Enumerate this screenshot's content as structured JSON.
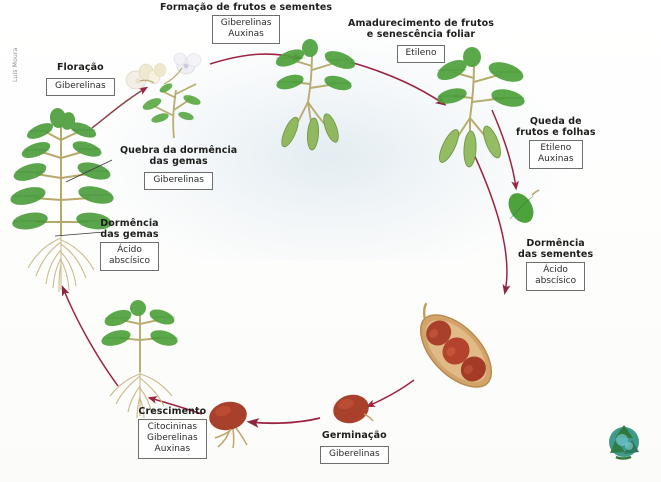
{
  "meta": {
    "credit": "Luis Moura",
    "language": "pt-BR",
    "accent_arrow_color": "#9c2442",
    "label_border_color": "#6e6e6e",
    "text_color": "#1d1d1b"
  },
  "stages": [
    {
      "id": "floracao",
      "title": "Floração",
      "hormones": [
        "Giberelinas"
      ]
    },
    {
      "id": "formacao-frutos-sementes",
      "title": "Formação de frutos e sementes",
      "hormones": [
        "Giberelinas",
        "Auxinas"
      ]
    },
    {
      "id": "amadurecimento",
      "title_line1": "Amadurecimento de frutos",
      "title_line2": "e senescência foliar",
      "hormones": [
        "Etileno"
      ]
    },
    {
      "id": "queda",
      "title_line1": "Queda de",
      "title_line2": "frutos e folhas",
      "hormones": [
        "Etileno",
        "Auxinas"
      ]
    },
    {
      "id": "dormencia-sementes",
      "title_line1": "Dormência",
      "title_line2": "das sementes",
      "hormones": [
        "Ácido",
        "abscísico"
      ]
    },
    {
      "id": "germinacao",
      "title": "Germinação",
      "hormones": [
        "Giberelinas"
      ]
    },
    {
      "id": "crescimento",
      "title": "Crescimento",
      "hormones": [
        "Citocininas",
        "Giberelinas",
        "Auxinas"
      ]
    },
    {
      "id": "dormencia-gemas",
      "title_line1": "Dormência",
      "title_line2": "das gemas",
      "hormones": [
        "Ácido",
        "abscísico"
      ]
    },
    {
      "id": "quebra-dormencia-gemas",
      "title_line1": "Quebra da dormência",
      "title_line2": "das gemas",
      "hormones": [
        "Giberelinas"
      ]
    }
  ],
  "artwork": [
    {
      "id": "adult-plant",
      "name": "adult-plant-with-roots"
    },
    {
      "id": "flowering-branch",
      "name": "flowering-branch"
    },
    {
      "id": "young-pod-branch",
      "name": "branch-with-young-pods"
    },
    {
      "id": "mature-pod-branch",
      "name": "branch-with-mature-pods"
    },
    {
      "id": "falling-leaf",
      "name": "falling-leaf"
    },
    {
      "id": "open-pod",
      "name": "open-pod-with-seeds"
    },
    {
      "id": "seed",
      "name": "dry-seed"
    },
    {
      "id": "germinating-seed",
      "name": "germinating-seed"
    },
    {
      "id": "seedling",
      "name": "seedling-with-roots"
    }
  ],
  "logo": {
    "name": "recycling-globe-logo"
  }
}
